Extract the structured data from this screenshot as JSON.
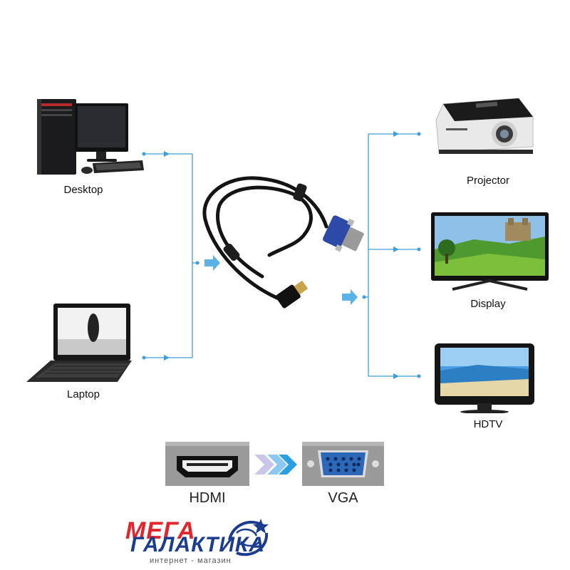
{
  "sources": [
    {
      "label": "Desktop"
    },
    {
      "label": "Laptop"
    }
  ],
  "targets": [
    {
      "label": "Projector"
    },
    {
      "label": "Display"
    },
    {
      "label": "HDTV"
    }
  ],
  "connectors": {
    "from": "HDMI",
    "to": "VGA"
  },
  "logo": {
    "line1": "МЕГА",
    "line2": "ГАЛАКТИКА",
    "tagline": "интернет - магазин"
  },
  "colors": {
    "line": "#3d9fd8",
    "logo_red": "#e3242b",
    "logo_blue": "#1a3d8f"
  }
}
